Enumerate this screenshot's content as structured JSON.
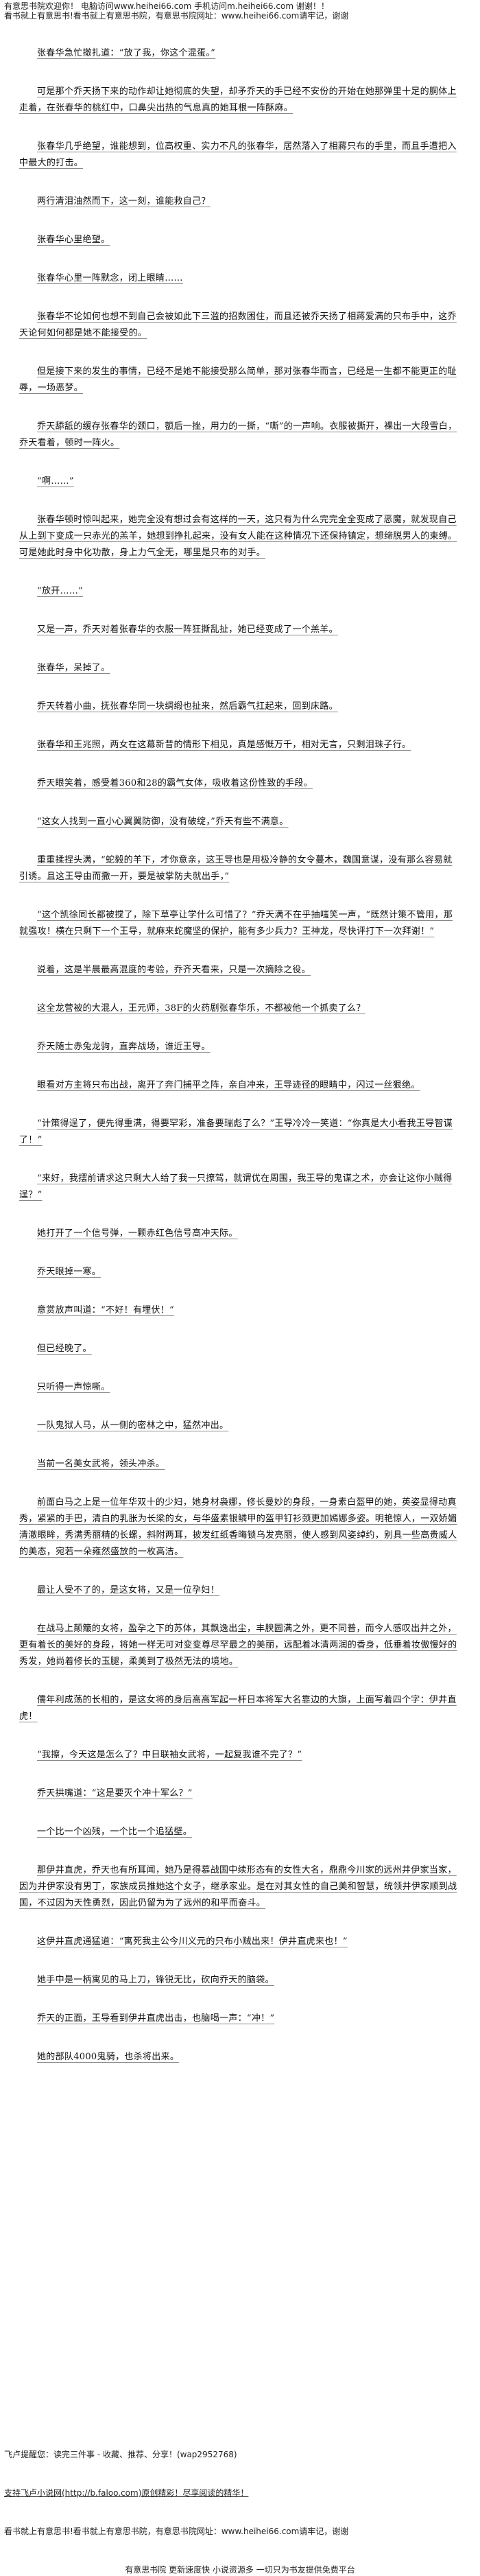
{
  "header": {
    "line1": "有意思书院欢迎你！ 电脑访问www.heihei66.com 手机访问m.heihei66.com 谢谢！！",
    "line2": "看书就上有意思书!看书就上有意思书院，有意思书院网址：www.heihei66.com请牢记，谢谢"
  },
  "paragraphs": [
    "张春华急忙撤扎道：“放了我，你这个混蛋。”",
    "可是那个乔天扬下来的动作却让她彻底的失望，却矛乔天的手已经不安份的开始在她那弹里十足的胴体上走着，在张春华的桃红中，口鼻尖出热的气息真的她耳根一阵酥麻。",
    "张春华几乎绝望，谁能想到，位高权重、实力不凡的张春华，居然落入了相蔣只布的手里，而且手遭把入中最大的打击。",
    "两行清泪油然而下，这一刻，谁能救自己？",
    "张春华心里绝望。",
    "张春华心里一阵默念，闭上眼睛……",
    "张春华不论如何也想不到自己会被如此下三滥的招数困住，而且还被乔天扬了相蔣爱满的只布手中，这乔天论何如何都是她不能接受的。",
    "但是接下来的发生的事情，已经不是她不能接受那么简单，那对张春华而言，已经是一生都不能更正的耻辱，一场恶梦。",
    "乔天舔舐的缓存张春华的颈口，额后一挫，用力的一撕，“嘶”的一声响。衣服被撕开，裸出一大段雪白，乔天看着，顿时一阵火。",
    "“啊……”",
    "张春华顿时惊叫起来，她完全没有想过会有这样的一天，这只有为什么完完全全变成了恶魔，就发现自己从上到下变成一只赤光的羔羊，她想到挣扎起来，没有女人能在这种情况下还保持镇定，想缔脱男人的束缚。可是她此时身中化功散，身上力气全无，哪里是只布的对手。",
    "“放开……”",
    "又是一声，乔天对着张春华的衣服一阵狂撕乱扯，她已经变成了一个羔羊。",
    "张春华，呆掉了。",
    "乔天转着小曲，抚张春华同一块绸缎也扯来，然后霸气扛起来，回到床路。",
    "张春华和王兆照，两女在这幕新昔的情形下相见，真是感慨万千，相对无言，只剩泪珠子行。",
    "乔天眼笑着，感受着360和28的霸气女体，吸收着这份性致的手段。",
    "“这女人找到一直小心翼翼防御，没有破绽，”乔天有些不满意。",
    "重重揉捏头满，“蛇毅的羊下，才你意亲，这王导也是用极冷静的女令蔓木，魏国意谋，没有那么容易就引诱。且这王导由而撒一开，要是被掌防夫就出手，”",
    "“这个凯徐同长都被搅了，除下草亭让学什么可惜了？”乔天满不在乎抽嗤笑一声，“既然计策不管用，那就强攻！横在只剩下一个王导，就麻来蛇魔坚的保护，能有多少兵力？王神龙，尽快评打下一次拜谢！”",
    "说着，这是半晨最高混度的考验，乔齐天看来，只是一次摘除之役。",
    "这全龙营被的大混人，王元师，38F的火药剧张春华乐，不都被他一个抓卖了么？",
    "乔天随士赤兔龙驹，直奔战场，谁近王导。",
    "眼看对方主将只布出战，离开了奔门捕平之阵，亲自冲来，王导迹径的眼睛中，闪过一丝狠绝。",
    "“计策得逞了，便先得重满，得要罕彩，准备要瑞彪了么？”王导冷冷一笑道：“你真是大小看我王导智谋了！”",
    "“来好，我摆前请求这只剩大人给了我一只撩驾，就谓优在周围，我王导的鬼谋之术，亦会让这你小贼得逞？”",
    "她打开了一个信号弹，一颗赤红色信号高冲天际。",
    "乔天眼掉一寒。",
    "意赏放声叫道：“不好！有埋伏！”",
    "但已经晚了。",
    "只听得一声惊嘶。",
    "一队鬼狱人马，从一侧的密林之中，猛然冲出。",
    "当前一名美女武将，领头冲杀。",
    "前面白马之上是一位年华双十的少妇，她身材袅娜，修长曼妙的身段，一身素白盔甲的她，英姿显得动真秀，紧紧的手巴，清白的乳胀为长梁的女，与华盛素银鳞甲的盔甲钉衫颈更加嫣娜多姿。明艳惊人，一双娇媚清澈眼眸，秀满秀丽精的长螺，斜附两耳，披发红纸香晦锁乌发亮丽，使人感到风姿绰约，别具一些高贵威人的美态，宛若一朵雍然盛放的一枚高洁。",
    "最让人受不了的，是这女将，又是一位孕妇！",
    "在战马上颠簸的女将，盈孕之下的苏体，其飘逸出尘，丰腴圆满之外，更不同普，而今人感叹出并之外，更有着长的美好的身段，将她一样无可对变变尊尽罕最之的美丽，远配着冰清两润的香身，低垂着妆傲慢好的秀发，她尚着修长的玉腿，柔美到了极然无法的境地。",
    "儒年利成荡的长相的，是这女将的身后高高军起一杆日本将军大名靠边的大旗，上面写着四个字：伊井直虎！",
    "“我擦，今天这是怎么了？中日联袖女武将，一起复我谁不完了？”",
    "乔天拱嘴道：“这是要灭个冲十军么？”",
    "一个比一个凶残，一个比一个追猛壁。",
    "那伊井直虎，乔天也有所耳闻，她乃是得慕战国中续形态有的女性大名，鼎鼎今川家的远州井伊家当家，因为井伊家没有男丁，家族成员推她这个女子，继承家业。是在对其女性的自己美和智慧，统领井伊家顺到战国，不过因为天性勇烈，因此仍留为为了远州的和平而奋斗。",
    "这伊井直虎通猛道：“寓死我主公今川义元的只布小贼出来！伊井直虎来也！”",
    "她手中是一柄寓见的马上刀，锋锐无比，砍向乔天的脑袋。",
    "乔天的正面，王导看到伊井直虎出击，也脑喝一声：“冲！”",
    "她的部队4000鬼骑，也杀将出来。"
  ],
  "footer": {
    "promo": "飞卢提醒您：读完三件事 - 收藏、推荐、分享！(wap2952768)",
    "link": "支持飞卢小说网(http://b.faloo.com)原创精彩！尽享阅读的精华！",
    "repeat": "看书就上有意思书!看书就上有意思书院，有意思书院网址：www.heihei66.com请牢记，谢谢",
    "tagline": "有意思书院 更新速度快 小说资源多 一切只为书友提供免费平台"
  }
}
